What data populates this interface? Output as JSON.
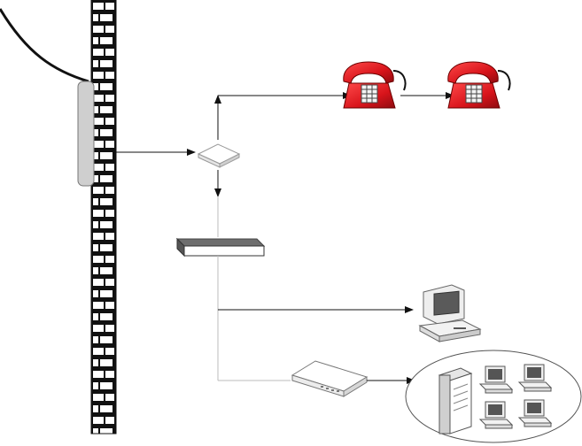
{
  "diagram": {
    "description_labels": [],
    "nodes": [
      {
        "id": "cable",
        "icon": "cable-icon"
      },
      {
        "id": "wall",
        "icon": "brick-wall-icon"
      },
      {
        "id": "wall-box",
        "icon": "wall-junction-box-icon"
      },
      {
        "id": "splitter",
        "icon": "splitter-icon"
      },
      {
        "id": "phone-1",
        "icon": "telephone-icon"
      },
      {
        "id": "phone-2",
        "icon": "telephone-icon"
      },
      {
        "id": "switch",
        "icon": "network-switch-icon"
      },
      {
        "id": "computer",
        "icon": "computer-icon"
      },
      {
        "id": "router",
        "icon": "router-icon"
      },
      {
        "id": "lan",
        "icon": "lan-group-icon"
      }
    ],
    "colors": {
      "phone": "#d8141b",
      "wire": "#555555",
      "box": "#cfcfcf",
      "switch_top": "#7a7a7a"
    }
  }
}
